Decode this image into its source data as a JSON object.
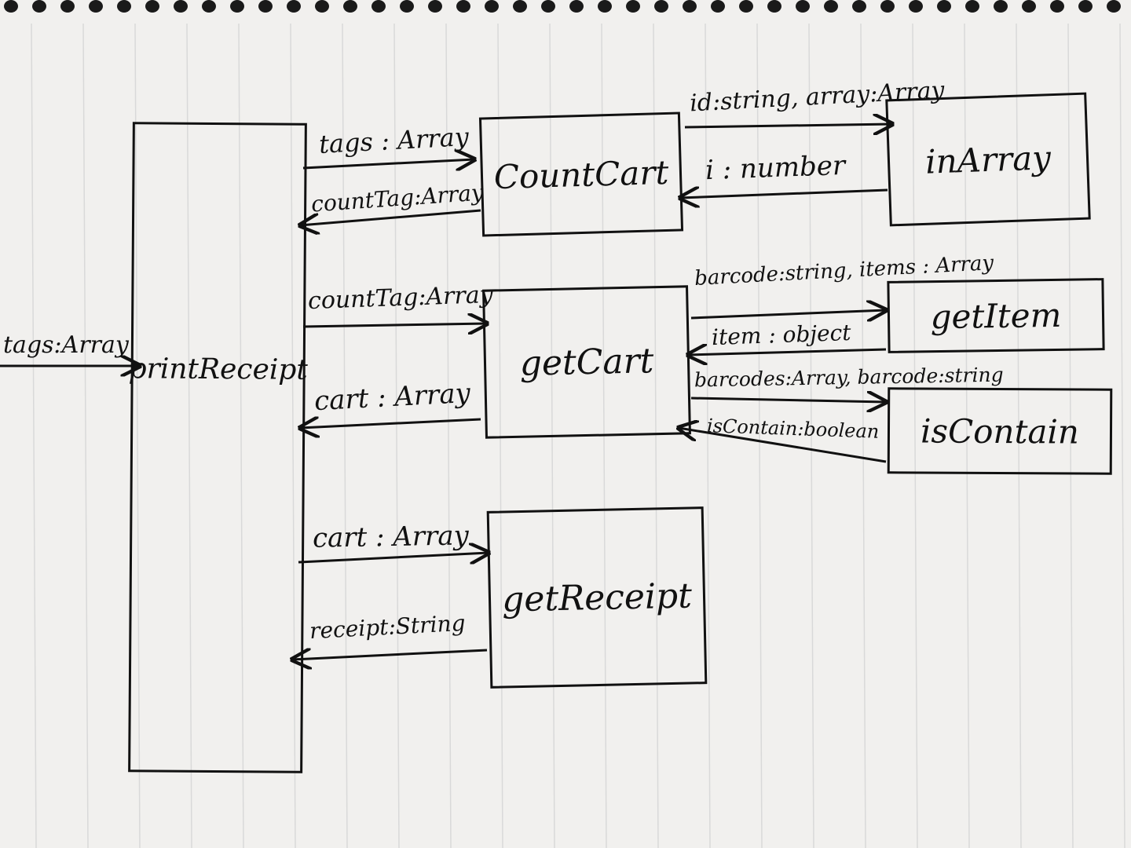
{
  "nodes": {
    "print_receipt": "printReceipt",
    "count_cart": "CountCart",
    "in_array": "inArray",
    "get_cart": "getCart",
    "get_item": "getItem",
    "is_contain": "isContain",
    "get_receipt": "getReceipt"
  },
  "edges": {
    "input_tags": "tags:Array",
    "to_count_cart": "tags : Array",
    "from_count_cart": "countTag:Array",
    "to_in_array": "id:string, array:Array",
    "from_in_array": "i : number",
    "to_get_cart": "countTag:Array",
    "from_get_cart": "cart : Array",
    "to_get_item": "barcode:string, items : Array",
    "from_get_item": "item : object",
    "to_is_contain": "barcodes:Array, barcode:string",
    "from_is_contain": "isContain:boolean",
    "to_get_receipt": "cart : Array",
    "from_get_receipt": "receipt:String"
  },
  "colors": {
    "ink": "#111111",
    "paper": "#f1f0ee",
    "rule_line": "#d9d9d9",
    "binder_ring": "#1a1a1a"
  }
}
